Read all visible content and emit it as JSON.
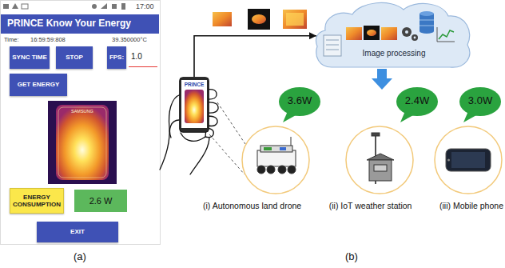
{
  "diagram": {
    "nodes": [
      {
        "text": [
          "PRINCE Know Your Energy"
        ]
      },
      {
        "text": [
          "SYNC TIME"
        ]
      },
      {
        "text": [
          "STOP"
        ]
      },
      {
        "text": [
          "FPS:"
        ]
      },
      {
        "text": [
          "1.0"
        ]
      },
      {
        "text": [
          "GET ENERGY"
        ]
      },
      {
        "text": [
          "ENERGY CONSUMPTION"
        ]
      },
      {
        "text": [
          "2.6 W"
        ]
      },
      {
        "text": [
          "EXIT"
        ]
      },
      {
        "text": [
          "PRINCE"
        ]
      },
      {
        "text": [
          "Image processing"
        ]
      },
      {
        "text": [
          "3.6W"
        ]
      },
      {
        "text": [
          "2.4W"
        ]
      },
      {
        "text": [
          "3.0W"
        ]
      }
    ],
    "edges": [
      {
        "from": 9,
        "to": 10,
        "arrow": "to"
      }
    ],
    "labels": [
      "17:00",
      "Time:",
      "16:59:59:808",
      "39.350000°C",
      "SAMSUNG",
      "(a)",
      "(i) Autonomous land drone",
      "(ii) IoT weather station",
      "(iii) Mobile phone",
      "(b)"
    ]
  }
}
